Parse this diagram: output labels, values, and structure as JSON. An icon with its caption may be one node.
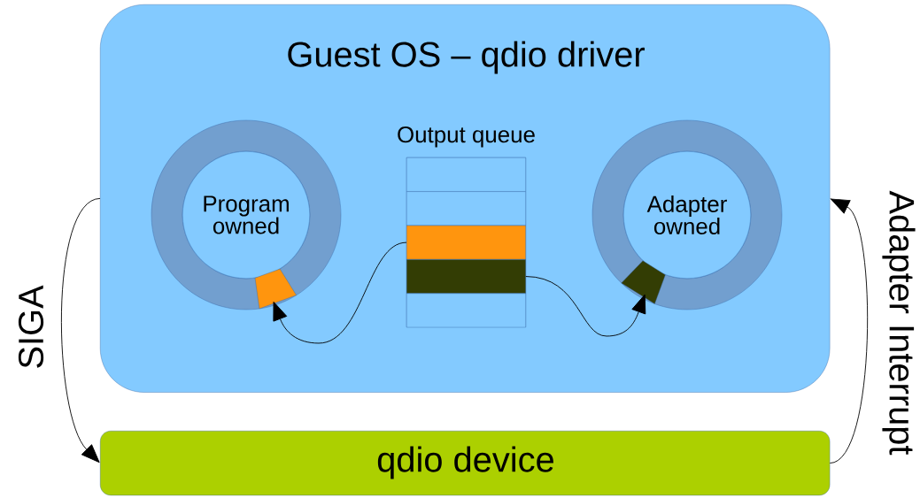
{
  "diagram": {
    "nodes": [
      {
        "text": [
          "Guest OS – qdio driver"
        ]
      },
      {
        "text": [
          "Program owned"
        ],
        "in": 0
      },
      {
        "text": [],
        "shape": "box",
        "in": 1
      },
      {
        "text": [
          "Output queue"
        ],
        "in": 0
      },
      {
        "text": [],
        "shape": "box",
        "in": 3
      },
      {
        "text": [],
        "shape": "box",
        "in": 3
      },
      {
        "text": [],
        "shape": "box",
        "in": 3
      },
      {
        "text": [],
        "shape": "box",
        "in": 3
      },
      {
        "text": [],
        "shape": "box",
        "in": 3
      },
      {
        "text": [
          "Adapter owned"
        ],
        "in": 0
      },
      {
        "text": [],
        "shape": "box",
        "in": 9
      },
      {
        "text": [
          "qdio device"
        ]
      }
    ],
    "edges": [
      {
        "from": 6,
        "to": 2,
        "arrow": "to"
      },
      {
        "from": 7,
        "to": 10,
        "arrow": "to"
      },
      {
        "from": 0,
        "to": 11,
        "arrow": "to",
        "label": "SIGA"
      },
      {
        "from": 11,
        "to": 0,
        "arrow": "to",
        "label": "Adapter Interrupt"
      }
    ]
  }
}
